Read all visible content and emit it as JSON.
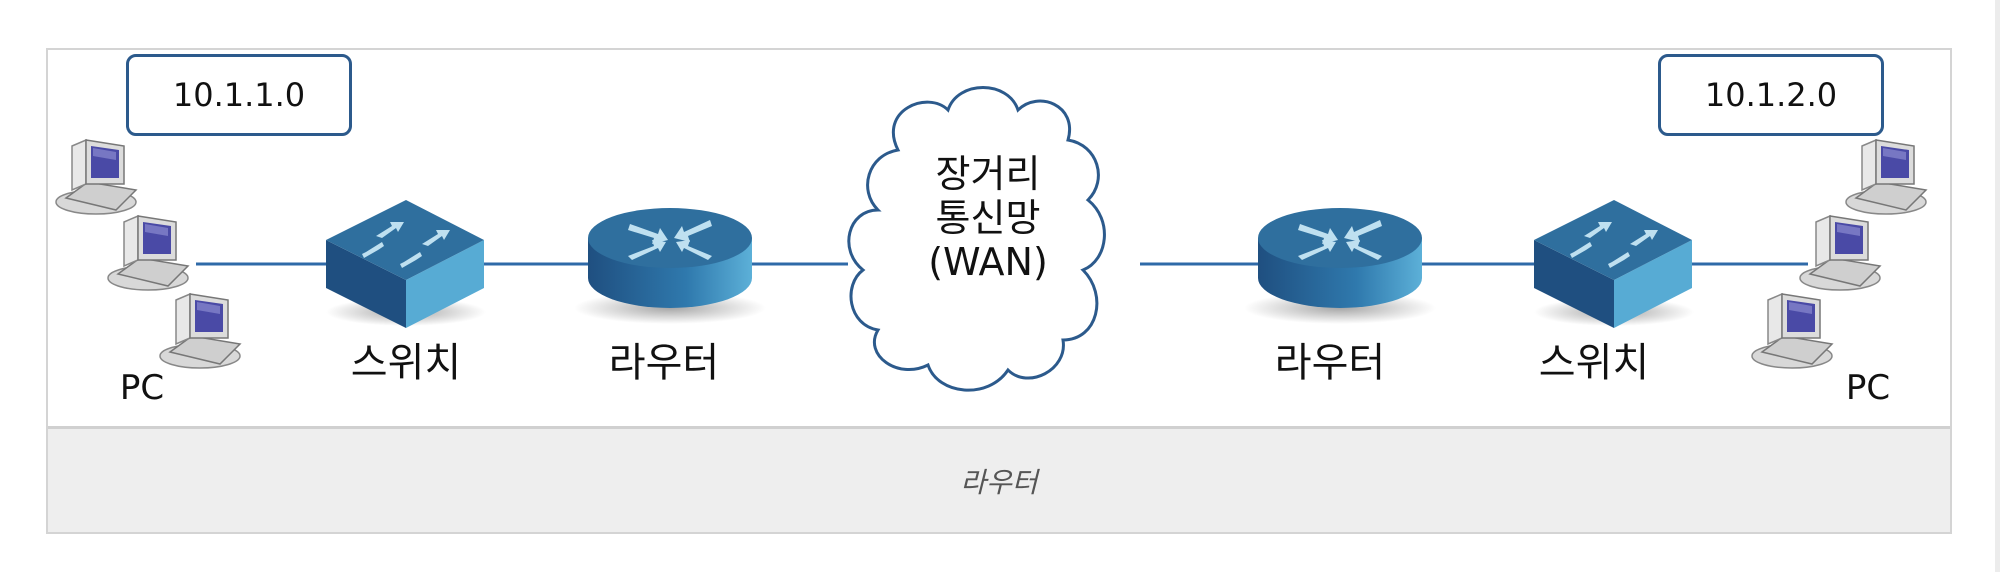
{
  "diagram": {
    "networks": {
      "left": "10.1.1.0",
      "right": "10.1.2.0"
    },
    "nodes": {
      "pc_left": "PC",
      "switch_left": "스위치",
      "router_left": "라우터",
      "wan": [
        "장거리",
        "통신망",
        "(WAN)"
      ],
      "router_right": "라우터",
      "switch_right": "스위치",
      "pc_right": "PC"
    },
    "caption": "라우터",
    "colors": {
      "link": "#2f6aa8",
      "device_top": "#2f6f9e",
      "device_side_dark": "#1f4f80",
      "device_side_light": "#57abd4",
      "outline": "#2c5a8c",
      "screen": "#4a4aa6"
    }
  }
}
